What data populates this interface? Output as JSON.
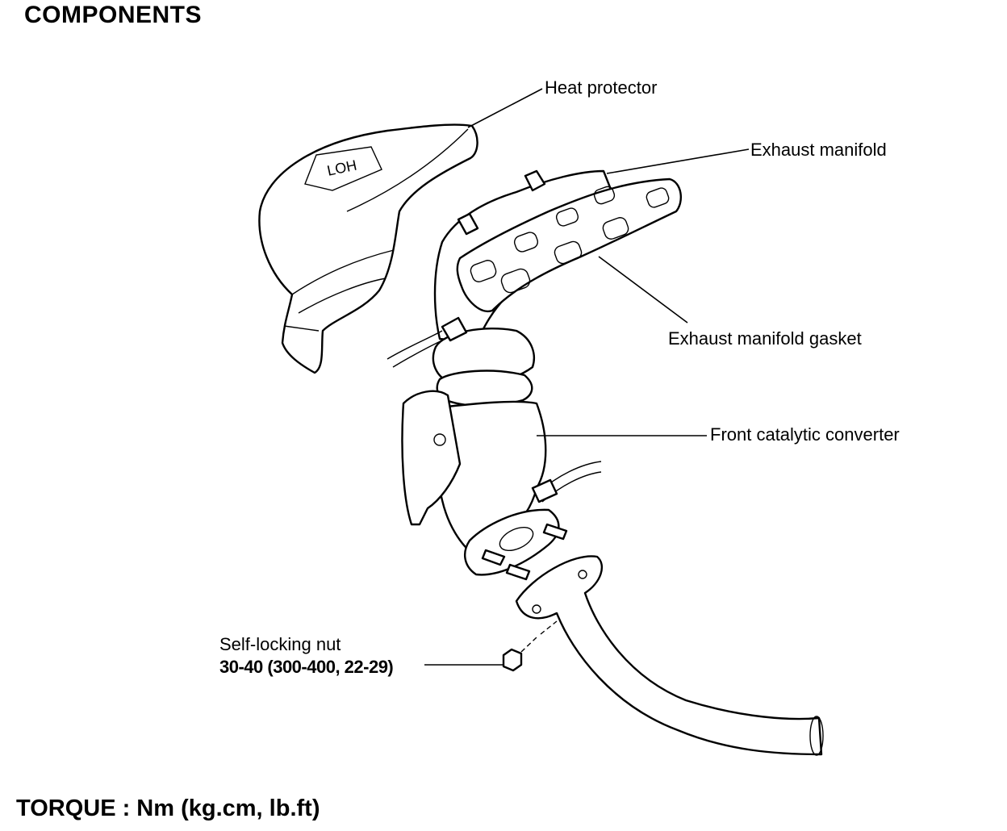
{
  "title": "COMPONENTS",
  "labels": {
    "heat_protector": "Heat protector",
    "exhaust_manifold": "Exhaust manifold",
    "exhaust_manifold_gasket": "Exhaust manifold gasket",
    "front_catalytic_converter": "Front catalytic converter",
    "self_locking_nut": "Self-locking nut",
    "self_locking_nut_torque": "30-40 (300-400, 22-29)"
  },
  "footer": "TORQUE : Nm (kg.cm, lb.ft)"
}
